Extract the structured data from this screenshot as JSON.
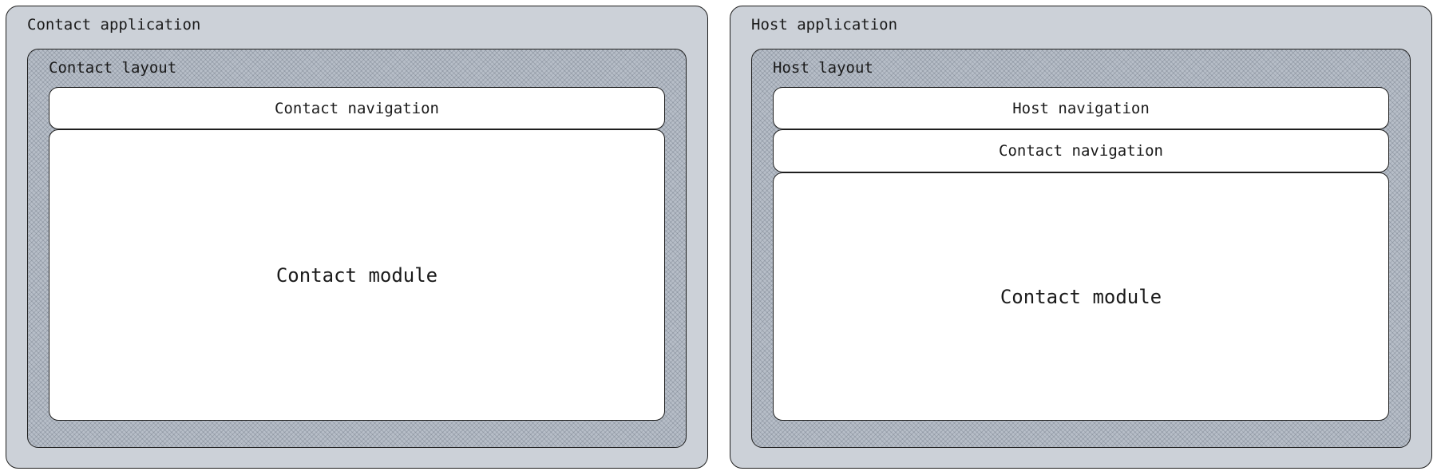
{
  "left": {
    "app_title": "Contact application",
    "layout_title": "Contact layout",
    "navigation": "Contact navigation",
    "module": "Contact module"
  },
  "right": {
    "app_title": "Host application",
    "layout_title": "Host layout",
    "host_navigation": "Host navigation",
    "contact_navigation": "Contact navigation",
    "module": "Contact module"
  },
  "colors": {
    "app_fill": "#ccd1d8",
    "layout_fill": "#b7bec8",
    "box_fill": "#ffffff",
    "stroke": "#1e1e1e"
  }
}
